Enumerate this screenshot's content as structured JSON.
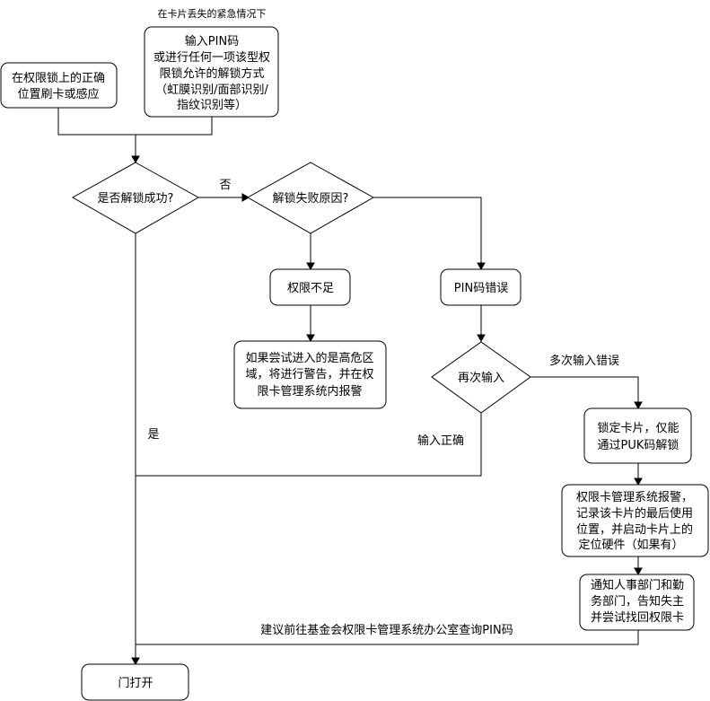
{
  "header_note": "在卡片丢失的紧急情况下",
  "nodes": {
    "swipe_card": [
      "在权限锁上的正确",
      "位置刷卡或感应"
    ],
    "enter_pin": [
      "输入PIN码",
      "或进行任何一项该型权",
      "限锁允许的解锁方式",
      "（虹膜识别/面部识别/",
      "指纹识别等）"
    ],
    "unlock_success": "是否解锁成功?",
    "failure_reason": "解锁失败原因?",
    "insufficient_permission": "权限不足",
    "high_risk_warning": [
      "如果尝试进入的是高危区",
      "域，将进行警告，并在权",
      "限卡管理系统内报警"
    ],
    "pin_error": "PIN码错误",
    "re_enter": "再次输入",
    "lock_card": [
      "锁定卡片，仅能",
      "通过PUK码解锁"
    ],
    "system_alarm": [
      "权限卡管理系统报警，",
      "记录该卡片的最后使用",
      "位置，并启动卡片上的",
      "定位硬件（如果有）"
    ],
    "notify_departments": [
      "通知人事部门和勤",
      "务部门，告知失主",
      "并尝试找回权限卡"
    ],
    "door_open": "门打开"
  },
  "edge_labels": {
    "no": "否",
    "yes": "是",
    "multiple_errors": "多次输入错误",
    "correct_input": "输入正确",
    "visit_office": "建议前往基金会权限卡管理系统办公室查询PIN码"
  }
}
